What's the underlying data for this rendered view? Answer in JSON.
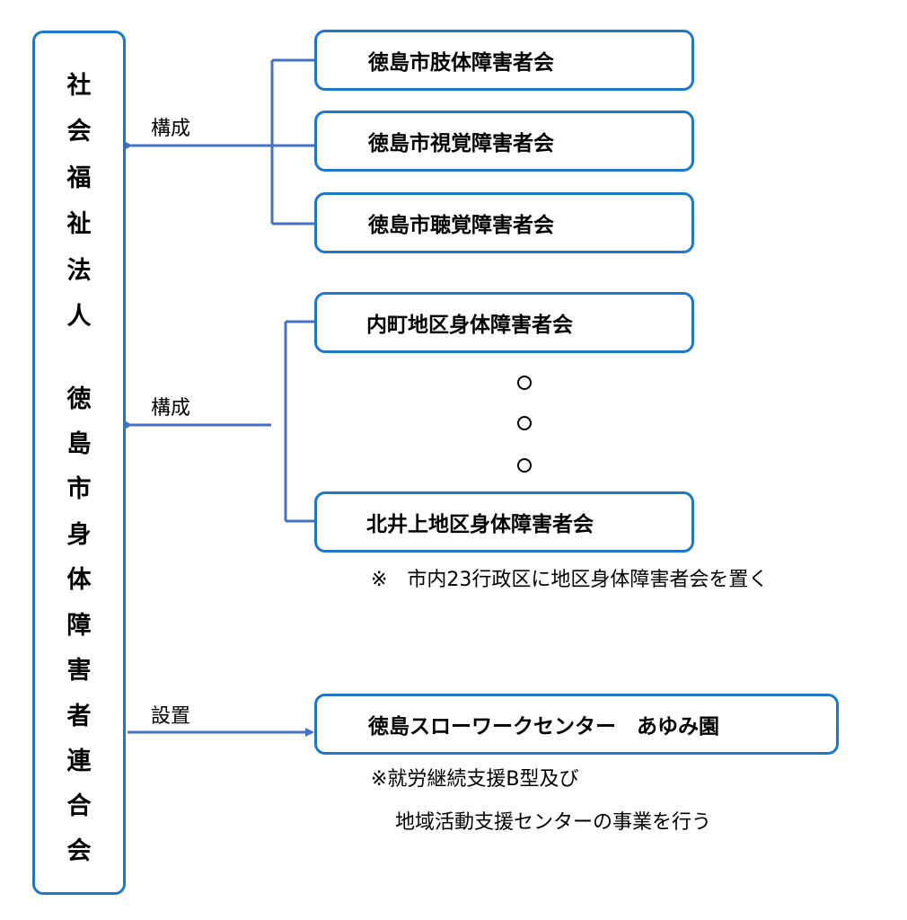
{
  "organization": {
    "name_line1": [
      "社",
      "会",
      "福",
      "祉",
      "法",
      "人"
    ],
    "name_line2": [
      "徳",
      "島",
      "市",
      "身",
      "体",
      "障",
      "害",
      "者",
      "連",
      "合",
      "会"
    ]
  },
  "group1": {
    "label": "構成",
    "members": [
      "徳島市肢体障害者会",
      "徳島市視覚障害者会",
      "徳島市聴覚障害者会"
    ]
  },
  "group2": {
    "label": "構成",
    "first": "内町地区身体障害者会",
    "last": "北井上地区身体障害者会",
    "ellipsis_marks": [
      "○",
      "○",
      "○"
    ],
    "note": "※　市内23行政区に地区身体障害者会を置く"
  },
  "facility": {
    "label": "設置",
    "name": "徳島スローワークセンター　あゆみ園",
    "note_line1": "※就労継続支援B型及び",
    "note_line2": "地域活動支援センターの事業を行う"
  },
  "colors": {
    "box_border": "#1f77c8",
    "connector": "#4472c4"
  }
}
